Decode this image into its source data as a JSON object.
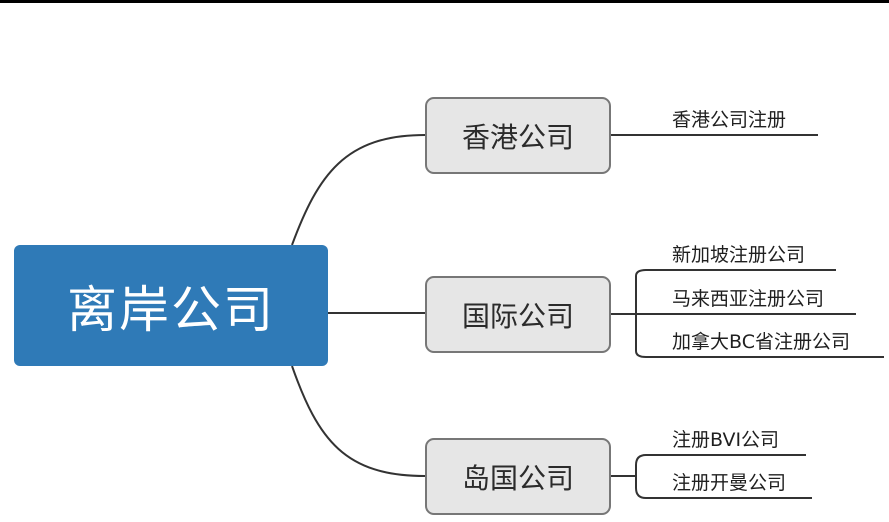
{
  "root": {
    "label": "离岸公司"
  },
  "branches": [
    {
      "label": "香港公司",
      "leaves": [
        "香港公司注册"
      ]
    },
    {
      "label": "国际公司",
      "leaves": [
        "新加坡注册公司",
        "马来西亚注册公司",
        "加拿大BC省注册公司"
      ]
    },
    {
      "label": "岛国公司",
      "leaves": [
        "注册BVI公司",
        "注册开曼公司"
      ]
    }
  ],
  "colors": {
    "root_fill": "#2f7ab7",
    "branch_fill": "#e6e6e6",
    "branch_border": "#777777",
    "connector": "#333333"
  }
}
